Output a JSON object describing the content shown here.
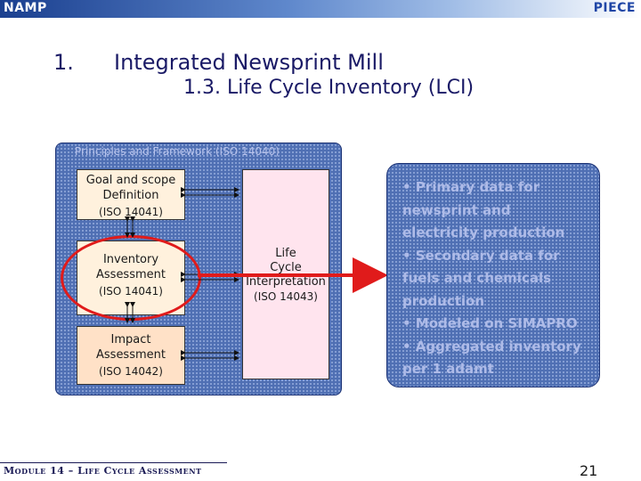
{
  "header": {
    "left": "NAMP",
    "right": "PIECE"
  },
  "title": {
    "number": "1.",
    "main": "Integrated Newsprint Mill",
    "sub": "1.3. Life Cycle Inventory (LCI)"
  },
  "framework": {
    "title": "Principles and Framework (ISO 14040)",
    "goal": {
      "label": "Goal and scope Definition",
      "standard": "(ISO 14041)"
    },
    "inventory": {
      "label": "Inventory Assessment",
      "standard": "(ISO 14041)"
    },
    "impact": {
      "label": "Impact Assessment",
      "standard": "(ISO 14042)"
    },
    "interpretation": {
      "line1": "Life",
      "line2": "Cycle",
      "line3": "Interpretation",
      "standard": "(ISO 14043)"
    }
  },
  "bullets": [
    "• Primary data for",
    "newsprint and",
    "electricity production",
    "• Secondary data for",
    "fuels and chemicals",
    "production",
    "• Modeled on SIMAPRO",
    "• Aggregated inventory",
    "per 1 adamt"
  ],
  "colors": {
    "highlight": "#e01b1b",
    "panel": "#4f6fb3",
    "title": "#1a1a66"
  },
  "footer": {
    "module": "Module 14 – Life Cycle Assessment",
    "page": "21"
  }
}
